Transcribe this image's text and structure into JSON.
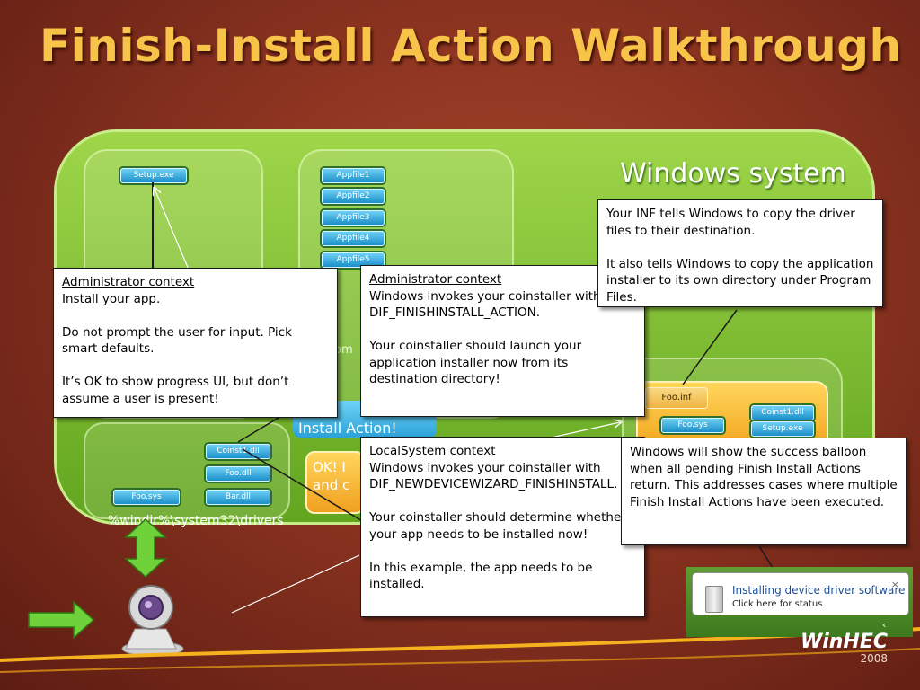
{
  "title": "Finish-Install Action Walkthrough",
  "system_label": "Windows system",
  "drivers_path": "%windir%\\system32\\drivers",
  "app_files": {
    "setup": "Setup.exe",
    "items": [
      "Appfile1",
      "Appfile2",
      "Appfile3",
      "Appfile4",
      "Appfile5"
    ]
  },
  "driver_files": {
    "coinst": "Coinst1.dll",
    "foo_dll": "Foo.dll",
    "bar_dll": "Bar.dll",
    "foo_sys": "Foo.sys"
  },
  "package_files": {
    "inf": "Foo.inf",
    "sys": "Foo.sys",
    "coinst": "Coinst1.dll",
    "setup": "Setup.exe"
  },
  "partial_labels": {
    "bubble": "e a\nInstall Action!",
    "ok": "OK! I\nand c",
    "hidden": "om"
  },
  "callouts": {
    "admin_install": {
      "heading": "Administrator  context",
      "body": "Install your app.\n\nDo not prompt the user for input. Pick smart defaults.\n\nIt’s OK to show progress UI, but don’t assume a user is present!"
    },
    "admin_invoke": {
      "heading": "Administrator  context",
      "body": "Windows invokes your coinstaller with DIF_FINISHINSTALL_ACTION.\n\nYour coinstaller should launch your application installer now from its destination directory!"
    },
    "inf": {
      "body": "Your INF tells Windows to copy the driver files to their destination.\n\nIt also tells Windows to copy the application installer to its own directory under Program Files."
    },
    "localsystem": {
      "heading": "LocalSystem context",
      "body": "Windows invokes your coinstaller with DIF_NEWDEVICEWIZARD_FINISHINSTALL.\n\nYour coinstaller should determine whether your app needs to be installed now!\n\nIn this example, the app needs to be installed."
    },
    "balloon_note": {
      "body": "Windows will show the success balloon when all pending Finish Install Actions return. This addresses cases where multiple Finish Install Actions have been executed."
    }
  },
  "notification": {
    "title": "Installing device driver software",
    "subtitle": "Click here for status.",
    "close": "×"
  },
  "branding": {
    "name": "WinHEC",
    "year": "2008"
  },
  "colors": {
    "title": "#f7c348",
    "system": "#7fbf2c",
    "chip": "#1b8fc8",
    "package": "#f2a21a",
    "accent_stripe": "#f5b21e"
  }
}
